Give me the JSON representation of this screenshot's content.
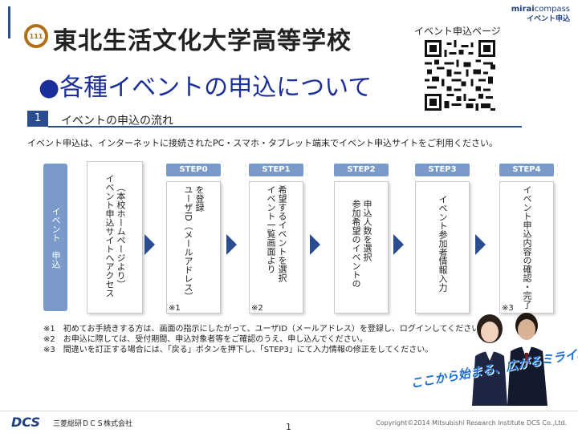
{
  "brand": {
    "miraicompass_bold": "mirai",
    "miraicompass_rest": "compass",
    "event_label": "イベント申込"
  },
  "school": {
    "logo_text": "111",
    "name": "東北生活文化大学高等学校"
  },
  "qr": {
    "label": "イベント申込ページ"
  },
  "title": "●各種イベントの申込について",
  "section": {
    "number": "1",
    "title": "イベントの申込の流れ"
  },
  "intro": "イベント申込は、インターネットに接続されたPC・スマホ・タブレット端末でイベント申込サイトをご利用ください。",
  "flow": {
    "left_label": "イベント　申込",
    "first_box": {
      "line1": "イベント申込サイトへアクセス",
      "line2": "（本校ホームページより）"
    },
    "steps": [
      {
        "label": "STEP0",
        "lines": [
          "ユーザID（メールアドレス）",
          "を登録"
        ],
        "note": "※1"
      },
      {
        "label": "STEP1",
        "lines": [
          "イベント一覧画面より",
          "希望するイベントを選択"
        ],
        "note": "※2"
      },
      {
        "label": "STEP2",
        "lines": [
          "参加希望のイベントの",
          "申込人数を選択"
        ],
        "note": ""
      },
      {
        "label": "STEP3",
        "lines": [
          "イベント参加者情報入力"
        ],
        "note": ""
      },
      {
        "label": "STEP4",
        "lines": [
          "イベント申込内容の確認・完了"
        ],
        "note": "※3"
      }
    ]
  },
  "notes": [
    "※1　初めてお手続きする方は、画面の指示にしたがって、ユーザID（メールアドレス）を登録し、ログインしてください。",
    "※2　お申込に際しては、受付期間、申込対象者等をご確認のうえ、申し込んでください。",
    "※3　間違いを訂正する場合には、「戻る」ボタンを押下し、「STEP3」にて入力情報の修正をしてください。"
  ],
  "slogan": "ここから始まる、広がるミライ。",
  "footer": {
    "logo": "DCS",
    "company": "三菱総研ＤＣＳ株式会社",
    "page": "1",
    "copyright": "Copyright©2014 Mitsubishi Research Institute DCS Co.,Ltd."
  },
  "colors": {
    "accent": "#2a4d8f",
    "step_label": "#7a9bc9",
    "title": "#1b2f9c",
    "logo": "#b0701a"
  }
}
